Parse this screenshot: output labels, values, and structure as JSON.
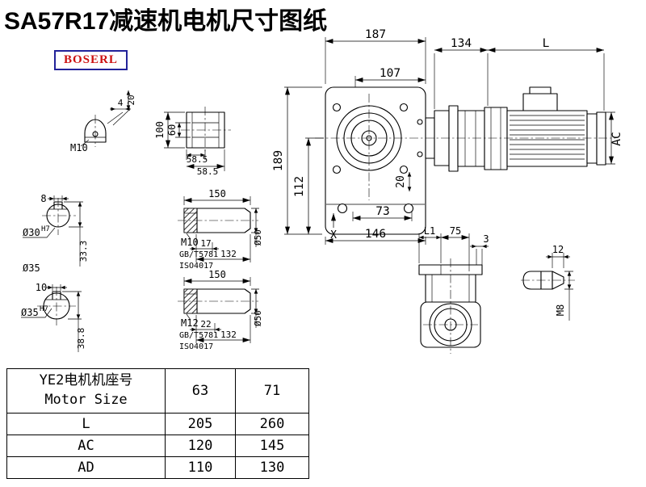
{
  "page": {
    "title": "SA57R17减速机电机尺寸图纸"
  },
  "brand": {
    "logo_text": "BOSERL",
    "logo_text_color": "#cc1111",
    "logo_border_color": "#222299"
  },
  "main_view": {
    "dim_width_top": "187",
    "dim_width_inner": "107",
    "dim_height_overall": "189",
    "dim_height_to_axis": "112",
    "dim_foot_offset": "20",
    "dim_foot_span": "73",
    "dim_base_width": "146",
    "ref_label": "X"
  },
  "motor_view": {
    "dim_adapter_length": "134",
    "dim_motor_length": "L",
    "dim_motor_diameter": "AC"
  },
  "detail_views": {
    "key_end": {
      "thread": "M10",
      "dim_key_width": "4",
      "dim_end_width": "20"
    },
    "plate": {
      "dim_height": "100",
      "dim_inner_height": "60",
      "dim_half_width": "58.5",
      "dim_full_width": "58.5"
    },
    "bore30": {
      "dia": "Ø30",
      "fit": "H7",
      "dim_key_width": "8",
      "dim_key_depth": "33.3"
    },
    "hub_note": "Ø35",
    "bore35": {
      "dia": "Ø35",
      "fit": "H7",
      "dim_key_width": "10",
      "dim_key_depth": "38.8"
    },
    "shaft30": {
      "dim_length": "150",
      "thread": "M10",
      "std_line1": "GB/T5781",
      "std_line2": "ISO4017",
      "dim_thread_len": "17",
      "dim_body_len": "132",
      "dim_dia": "Ø50"
    },
    "shaft35": {
      "dim_length": "150",
      "thread": "M12",
      "std_line1": "GB/T5781",
      "std_line2": "ISO4017",
      "dim_thread_len": "22",
      "dim_body_len": "132",
      "dim_dia": "Ø50"
    },
    "output_side": {
      "dim_l1": "L1",
      "dim_width": "75",
      "dim_gap": "3"
    },
    "screw": {
      "dim_tip": "12",
      "thread": "M8"
    }
  },
  "table": {
    "header": {
      "title_cn": "YE2电机机座号",
      "title_en": "Motor Size",
      "col1": "63",
      "col2": "71"
    },
    "rows": [
      {
        "label": "L",
        "v1": "205",
        "v2": "260"
      },
      {
        "label": "AC",
        "v1": "120",
        "v2": "145"
      },
      {
        "label": "AD",
        "v1": "110",
        "v2": "130"
      }
    ]
  }
}
